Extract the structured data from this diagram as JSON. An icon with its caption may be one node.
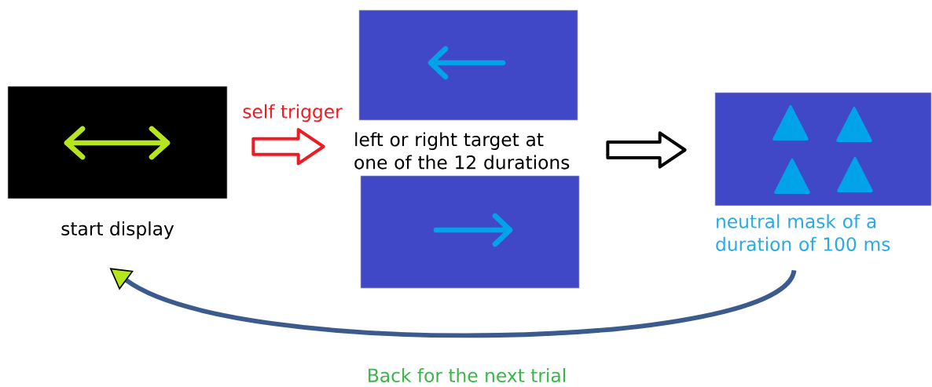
{
  "diagram": {
    "nodes": [
      {
        "text": [
          "start display"
        ]
      },
      {
        "text": [
          "left or right target at one of the 12 durations"
        ]
      },
      {
        "text": [],
        "shape": "box"
      },
      {
        "text": [],
        "shape": "box"
      },
      {
        "text": [
          "neutral mask of a duration of 100 ms"
        ]
      }
    ],
    "edges": [
      {
        "from": 0,
        "to": 1,
        "arrow": "to",
        "label": "self trigger",
        "color": "#ed1c24"
      },
      {
        "from": 1,
        "to": 4,
        "arrow": "to"
      },
      {
        "from": 4,
        "to": 0,
        "arrow": "to",
        "label": "Back for the next trial"
      }
    ]
  }
}
